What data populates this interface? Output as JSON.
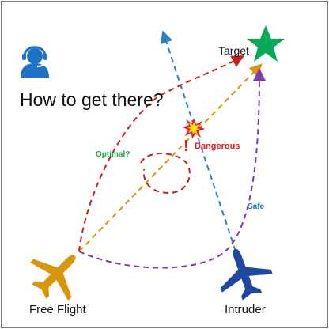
{
  "title": "How to get there?",
  "labels": {
    "target": "Target",
    "free_flight": "Free Flight",
    "intruder": "Intruder",
    "optimal": "Optimal?",
    "dangerous": "Dangerous",
    "safe": "Safe",
    "alert_mark": "!"
  },
  "colors": {
    "free_flight_aircraft": "#d9960a",
    "intruder_aircraft": "#1f48a0",
    "target_star": "#0aa95a",
    "optimal_path": "#d9960a",
    "risky_path": "#c81f1f",
    "safe_path": "#7d3aa8",
    "intruder_path": "#2a80c8",
    "operator_icon": "#1f73c7"
  },
  "icons": [
    "operator-headset-icon",
    "target-star-icon",
    "collision-burst-icon",
    "free-flight-aircraft-icon",
    "intruder-aircraft-icon"
  ]
}
